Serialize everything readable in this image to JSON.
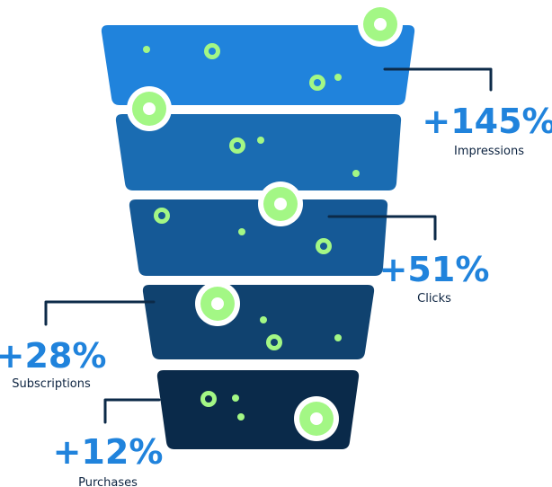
{
  "colors": {
    "accent_text": "#2083dc",
    "label_text": "#0c2340",
    "connector": "#0c2a48",
    "dot_green": "#a3f785",
    "layers": [
      "#2083dc",
      "#1a6cb2",
      "#155996",
      "#10426f",
      "#0a2a4a"
    ]
  },
  "stages": [
    {
      "value": "+145%",
      "label": "Impressions"
    },
    {
      "value": "+51%",
      "label": "Clicks"
    },
    {
      "value": "+28%",
      "label": "Subscriptions"
    },
    {
      "value": "+12%",
      "label": "Purchases"
    }
  ]
}
